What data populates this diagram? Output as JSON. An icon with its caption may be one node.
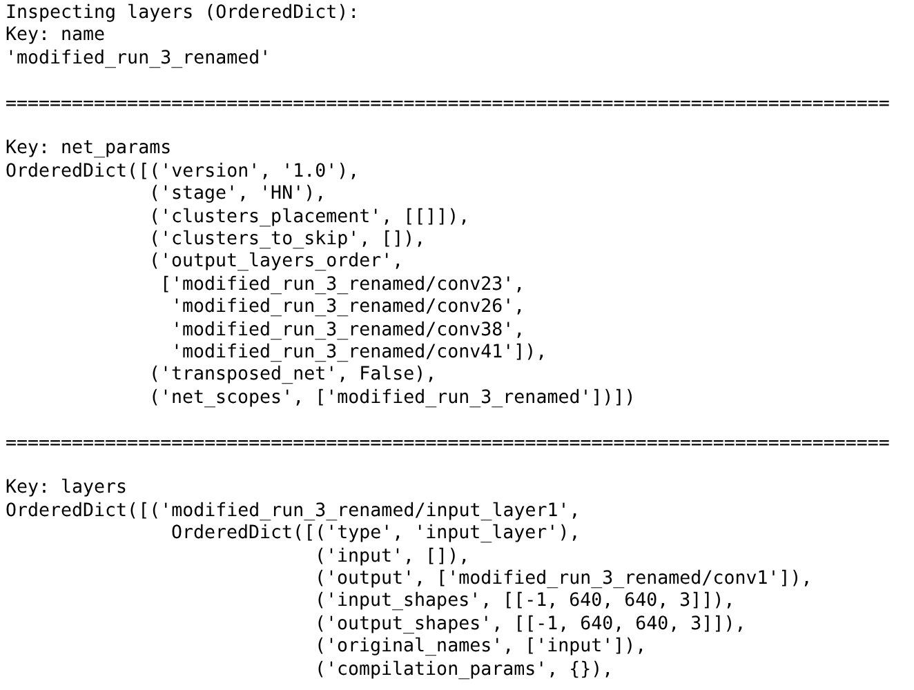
{
  "diagram": {
    "labels": [
      "Inspecting layers (OrderedDict):",
      "Key: name",
      "'modified_run_3_renamed'",
      "================================================================================",
      "Key: net_params",
      "OrderedDict([('version', '1.0'),",
      "('stage', 'HN'),",
      "('clusters_placement', [[]]),",
      "('clusters_to_skip', []),",
      "('output_layers_order',",
      "['modified_run_3_renamed/conv23',",
      "'modified_run_3_renamed/conv26',",
      "'modified_run_3_renamed/conv38',",
      "'modified_run_3_renamed/conv41']),",
      "('transposed_net', False),",
      "('net_scopes', ['modified_run_3_renamed'])])",
      "================================================================================",
      "Key: layers",
      "OrderedDict([('modified_run_3_renamed/input_layer1',",
      "OrderedDict([('type', 'input_layer'),",
      "('input', []),",
      "('output', ['modified_run_3_renamed/conv1']),",
      "('input_shapes', [[-1, 640, 640, 3]]),",
      "('output_shapes', [[-1, 640, 640, 3]]),",
      "('original_names', ['input']),",
      "('compilation_params', {}),"
    ]
  }
}
